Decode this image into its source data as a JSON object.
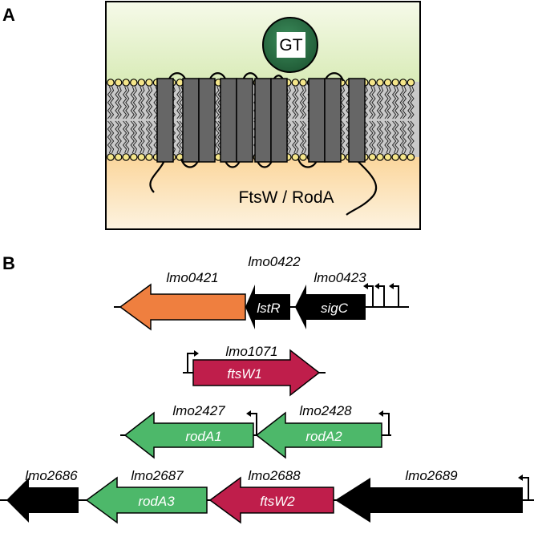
{
  "panel_a": {
    "letter": "A",
    "protein_label": "FtsW / RodA",
    "domain_label": "GT",
    "colors": {
      "outside": "#e3f0c9",
      "inside": "#fbdcaa",
      "helix": "#6a6a6a",
      "lipid_head": "#f5e68a",
      "gt_circle": "#2e7a4b"
    }
  },
  "panel_b": {
    "letter": "B",
    "colors": {
      "orange": "#ef7f3f",
      "black": "#000000",
      "crimson": "#bf1e4b",
      "green": "#4db86a"
    },
    "rows": [
      {
        "genes": [
          {
            "locus": "lmo0421",
            "name": "",
            "color": "orange",
            "direction": "left"
          },
          {
            "locus": "lmo0422",
            "name": "lstR",
            "color": "black",
            "direction": "left"
          },
          {
            "locus": "lmo0423",
            "name": "sigC",
            "color": "black",
            "direction": "left"
          }
        ]
      },
      {
        "genes": [
          {
            "locus": "lmo1071",
            "name": "ftsW1",
            "color": "crimson",
            "direction": "right"
          }
        ]
      },
      {
        "genes": [
          {
            "locus": "lmo2427",
            "name": "rodA1",
            "color": "green",
            "direction": "left"
          },
          {
            "locus": "lmo2428",
            "name": "rodA2",
            "color": "green",
            "direction": "left"
          }
        ]
      },
      {
        "genes": [
          {
            "locus": "lmo2686",
            "name": "",
            "color": "black",
            "direction": "left"
          },
          {
            "locus": "lmo2687",
            "name": "rodA3",
            "color": "green",
            "direction": "left"
          },
          {
            "locus": "lmo2688",
            "name": "ftsW2",
            "color": "crimson",
            "direction": "left"
          },
          {
            "locus": "lmo2689",
            "name": "",
            "color": "black",
            "direction": "left"
          }
        ]
      }
    ]
  }
}
